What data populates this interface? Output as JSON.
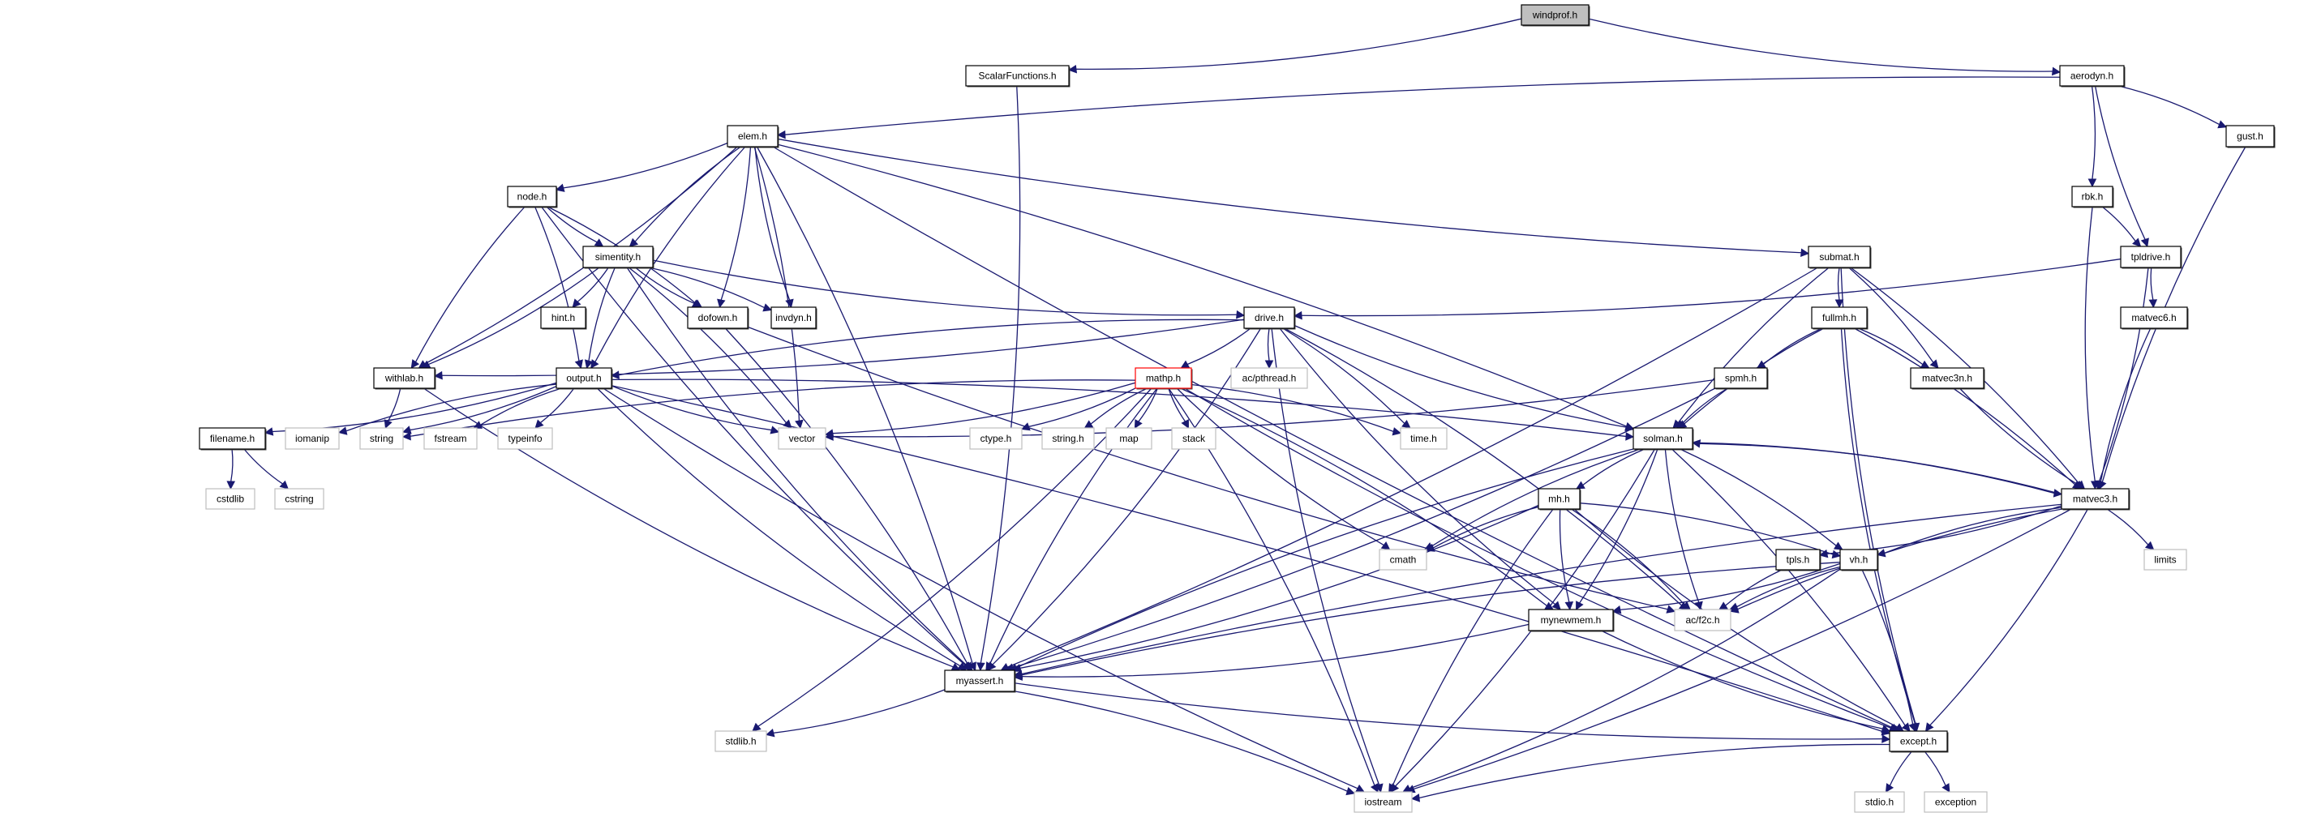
{
  "graph": {
    "edge_color": "#191970",
    "styles": {
      "root": {
        "fill": "#bfbfbf",
        "stroke": "#000000"
      },
      "documented": {
        "fill": "#ffffff",
        "stroke": "#000000"
      },
      "highlighted": {
        "fill": "#ffffff",
        "stroke": "#ff0000"
      },
      "system": {
        "fill": "#ffffff",
        "stroke": "#bfbfbf"
      }
    },
    "nodes": [
      {
        "id": "windprof",
        "label": "windprof.h",
        "style": "root"
      },
      {
        "id": "scalarfunctions",
        "label": "ScalarFunctions.h",
        "style": "documented"
      },
      {
        "id": "aerodyn",
        "label": "aerodyn.h",
        "style": "documented"
      },
      {
        "id": "elem",
        "label": "elem.h",
        "style": "documented"
      },
      {
        "id": "gust",
        "label": "gust.h",
        "style": "documented"
      },
      {
        "id": "node",
        "label": "node.h",
        "style": "documented"
      },
      {
        "id": "rbk",
        "label": "rbk.h",
        "style": "documented"
      },
      {
        "id": "simentity",
        "label": "simentity.h",
        "style": "documented"
      },
      {
        "id": "submat",
        "label": "submat.h",
        "style": "documented"
      },
      {
        "id": "tpldrive",
        "label": "tpldrive.h",
        "style": "documented"
      },
      {
        "id": "hint",
        "label": "hint.h",
        "style": "documented"
      },
      {
        "id": "dofown",
        "label": "dofown.h",
        "style": "documented"
      },
      {
        "id": "invdyn",
        "label": "invdyn.h",
        "style": "documented"
      },
      {
        "id": "drive",
        "label": "drive.h",
        "style": "documented"
      },
      {
        "id": "fullmh",
        "label": "fullmh.h",
        "style": "documented"
      },
      {
        "id": "matvec6",
        "label": "matvec6.h",
        "style": "documented"
      },
      {
        "id": "withlab",
        "label": "withlab.h",
        "style": "documented"
      },
      {
        "id": "output",
        "label": "output.h",
        "style": "documented"
      },
      {
        "id": "mathp",
        "label": "mathp.h",
        "style": "highlighted"
      },
      {
        "id": "acpthread",
        "label": "ac/pthread.h",
        "style": "system"
      },
      {
        "id": "spmh",
        "label": "spmh.h",
        "style": "documented"
      },
      {
        "id": "matvec3n",
        "label": "matvec3n.h",
        "style": "documented"
      },
      {
        "id": "filename",
        "label": "filename.h",
        "style": "documented"
      },
      {
        "id": "iomanip",
        "label": "iomanip",
        "style": "system"
      },
      {
        "id": "string",
        "label": "string",
        "style": "system"
      },
      {
        "id": "fstream",
        "label": "fstream",
        "style": "system"
      },
      {
        "id": "typeinfo",
        "label": "typeinfo",
        "style": "system"
      },
      {
        "id": "vector",
        "label": "vector",
        "style": "system"
      },
      {
        "id": "ctype",
        "label": "ctype.h",
        "style": "system"
      },
      {
        "id": "stringh",
        "label": "string.h",
        "style": "system"
      },
      {
        "id": "map",
        "label": "map",
        "style": "system"
      },
      {
        "id": "stack",
        "label": "stack",
        "style": "system"
      },
      {
        "id": "time",
        "label": "time.h",
        "style": "system"
      },
      {
        "id": "solman",
        "label": "solman.h",
        "style": "documented"
      },
      {
        "id": "cstdlib",
        "label": "cstdlib",
        "style": "system"
      },
      {
        "id": "cstring",
        "label": "cstring",
        "style": "system"
      },
      {
        "id": "mh",
        "label": "mh.h",
        "style": "documented"
      },
      {
        "id": "matvec3",
        "label": "matvec3.h",
        "style": "documented"
      },
      {
        "id": "cmath",
        "label": "cmath",
        "style": "system"
      },
      {
        "id": "tpls",
        "label": "tpls.h",
        "style": "documented"
      },
      {
        "id": "vh",
        "label": "vh.h",
        "style": "documented"
      },
      {
        "id": "limits",
        "label": "limits",
        "style": "system"
      },
      {
        "id": "mynewmem",
        "label": "mynewmem.h",
        "style": "documented"
      },
      {
        "id": "acf2c",
        "label": "ac/f2c.h",
        "style": "system"
      },
      {
        "id": "myassert",
        "label": "myassert.h",
        "style": "documented"
      },
      {
        "id": "stdlib",
        "label": "stdlib.h",
        "style": "system"
      },
      {
        "id": "except",
        "label": "except.h",
        "style": "documented"
      },
      {
        "id": "iostream",
        "label": "iostream",
        "style": "system"
      },
      {
        "id": "stdio",
        "label": "stdio.h",
        "style": "system"
      },
      {
        "id": "exception",
        "label": "exception",
        "style": "system"
      }
    ],
    "edges": [
      [
        "windprof",
        "scalarfunctions"
      ],
      [
        "windprof",
        "aerodyn"
      ],
      [
        "scalarfunctions",
        "myassert"
      ],
      [
        "aerodyn",
        "elem"
      ],
      [
        "aerodyn",
        "rbk"
      ],
      [
        "aerodyn",
        "tpldrive"
      ],
      [
        "aerodyn",
        "gust"
      ],
      [
        "gust",
        "matvec3"
      ],
      [
        "rbk",
        "tpldrive"
      ],
      [
        "rbk",
        "matvec3"
      ],
      [
        "tpldrive",
        "drive"
      ],
      [
        "tpldrive",
        "matvec6"
      ],
      [
        "tpldrive",
        "matvec3"
      ],
      [
        "matvec6",
        "matvec3"
      ],
      [
        "elem",
        "node"
      ],
      [
        "elem",
        "simentity"
      ],
      [
        "elem",
        "dofown"
      ],
      [
        "elem",
        "invdyn"
      ],
      [
        "elem",
        "withlab"
      ],
      [
        "elem",
        "output"
      ],
      [
        "elem",
        "vector"
      ],
      [
        "elem",
        "submat"
      ],
      [
        "elem",
        "solman"
      ],
      [
        "elem",
        "except"
      ],
      [
        "elem",
        "myassert"
      ],
      [
        "node",
        "simentity"
      ],
      [
        "node",
        "dofown"
      ],
      [
        "node",
        "withlab"
      ],
      [
        "node",
        "output"
      ],
      [
        "node",
        "myassert"
      ],
      [
        "simentity",
        "hint"
      ],
      [
        "simentity",
        "dofown"
      ],
      [
        "simentity",
        "invdyn"
      ],
      [
        "simentity",
        "drive"
      ],
      [
        "simentity",
        "withlab"
      ],
      [
        "simentity",
        "output"
      ],
      [
        "simentity",
        "vector"
      ],
      [
        "simentity",
        "myassert"
      ],
      [
        "dofown",
        "myassert"
      ],
      [
        "dofown",
        "acf2c"
      ],
      [
        "drive",
        "mathp"
      ],
      [
        "drive",
        "acpthread"
      ],
      [
        "drive",
        "withlab"
      ],
      [
        "drive",
        "output"
      ],
      [
        "drive",
        "time"
      ],
      [
        "drive",
        "solman"
      ],
      [
        "drive",
        "myassert"
      ],
      [
        "drive",
        "mynewmem"
      ],
      [
        "drive",
        "acf2c"
      ],
      [
        "drive",
        "iostream"
      ],
      [
        "withlab",
        "string"
      ],
      [
        "withlab",
        "myassert"
      ],
      [
        "output",
        "filename"
      ],
      [
        "output",
        "iomanip"
      ],
      [
        "output",
        "string"
      ],
      [
        "output",
        "fstream"
      ],
      [
        "output",
        "typeinfo"
      ],
      [
        "output",
        "vector"
      ],
      [
        "output",
        "solman"
      ],
      [
        "output",
        "myassert"
      ],
      [
        "output",
        "except"
      ],
      [
        "output",
        "iostream"
      ],
      [
        "filename",
        "cstdlib"
      ],
      [
        "filename",
        "cstring"
      ],
      [
        "mathp",
        "vector"
      ],
      [
        "mathp",
        "string"
      ],
      [
        "mathp",
        "ctype"
      ],
      [
        "mathp",
        "stringh"
      ],
      [
        "mathp",
        "map"
      ],
      [
        "mathp",
        "stack"
      ],
      [
        "mathp",
        "time"
      ],
      [
        "mathp",
        "cmath"
      ],
      [
        "mathp",
        "stdlib"
      ],
      [
        "mathp",
        "myassert"
      ],
      [
        "mathp",
        "iostream"
      ],
      [
        "mathp",
        "except"
      ],
      [
        "mathp",
        "mynewmem"
      ],
      [
        "submat",
        "fullmh"
      ],
      [
        "submat",
        "matvec3n"
      ],
      [
        "submat",
        "solman"
      ],
      [
        "submat",
        "matvec3"
      ],
      [
        "submat",
        "except"
      ],
      [
        "submat",
        "myassert"
      ],
      [
        "fullmh",
        "spmh"
      ],
      [
        "fullmh",
        "matvec3n"
      ],
      [
        "fullmh",
        "solman"
      ],
      [
        "fullmh",
        "matvec3"
      ],
      [
        "fullmh",
        "except"
      ],
      [
        "spmh",
        "vector"
      ],
      [
        "spmh",
        "solman"
      ],
      [
        "spmh",
        "myassert"
      ],
      [
        "matvec3n",
        "matvec3"
      ],
      [
        "solman",
        "matvec3"
      ],
      [
        "solman",
        "mh"
      ],
      [
        "solman",
        "vh"
      ],
      [
        "solman",
        "cmath"
      ],
      [
        "solman",
        "mynewmem"
      ],
      [
        "solman",
        "acf2c"
      ],
      [
        "solman",
        "except"
      ],
      [
        "solman",
        "myassert"
      ],
      [
        "solman",
        "iostream"
      ],
      [
        "matvec3",
        "solman"
      ],
      [
        "matvec3",
        "tpls"
      ],
      [
        "matvec3",
        "vh"
      ],
      [
        "matvec3",
        "limits"
      ],
      [
        "matvec3",
        "acf2c"
      ],
      [
        "matvec3",
        "except"
      ],
      [
        "matvec3",
        "myassert"
      ],
      [
        "matvec3",
        "iostream"
      ],
      [
        "mh",
        "cmath"
      ],
      [
        "mh",
        "vh"
      ],
      [
        "mh",
        "mynewmem"
      ],
      [
        "mh",
        "acf2c"
      ],
      [
        "mh",
        "except"
      ],
      [
        "mh",
        "myassert"
      ],
      [
        "mh",
        "iostream"
      ],
      [
        "vh",
        "mynewmem"
      ],
      [
        "vh",
        "acf2c"
      ],
      [
        "vh",
        "except"
      ],
      [
        "vh",
        "myassert"
      ],
      [
        "vh",
        "iostream"
      ],
      [
        "tpls",
        "acf2c"
      ],
      [
        "mynewmem",
        "myassert"
      ],
      [
        "mynewmem",
        "except"
      ],
      [
        "myassert",
        "stdlib"
      ],
      [
        "myassert",
        "except"
      ],
      [
        "myassert",
        "iostream"
      ],
      [
        "except",
        "stdio"
      ],
      [
        "except",
        "exception"
      ],
      [
        "except",
        "iostream"
      ]
    ]
  }
}
